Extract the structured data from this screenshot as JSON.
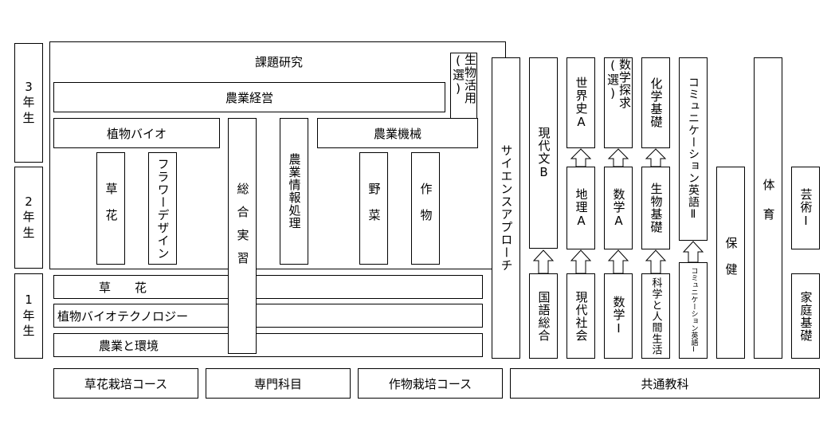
{
  "grades": {
    "g3": "3\n年\n生",
    "g2": "2\n年\n生",
    "g1": "1\n年\n生"
  },
  "specialized": {
    "kadai": "課題研究",
    "seibutsu": "生物活用(選)",
    "nougyou_keiei": "農業経営",
    "shokubutsu_bio": "植物バイオ",
    "nougyou_kikai": "農業機械",
    "souka": "草花",
    "flower_design": "フラワーデザイン",
    "sougou_jisshu": "総合実習",
    "nougyou_jouhou": "農業情報処理",
    "yasai": "野菜",
    "sakumotsu": "作物",
    "kusabana_1": "草　　花",
    "shokubutsu_bio_tech": "植物バイオテクノロジー",
    "nougyou_kankyou": "農業と環境"
  },
  "common": {
    "science_approach": "サイエンスアプローチ",
    "gendaibun_b": "現代文B",
    "kokugo_sougou": "国語総合",
    "sekaishi_a": "世界史A",
    "chiri_a": "地理A",
    "gendai_shakai": "現代社会",
    "suugaku_tankyuu": "数学探求(選)",
    "suugaku_a": "数学A",
    "suugaku_1": "数学Ⅰ",
    "kagaku_kiso": "化学基礎",
    "seibutsu_kiso": "生物基礎",
    "kagaku_to_ningen": "科学と人間生活",
    "comm_eigo_2": "コミュニケーション英語Ⅱ",
    "comm_eigo_1": "コミュニケーション英語Ⅰ",
    "hoken": "保健",
    "taiiku": "体育",
    "geijutsu_1": "芸術Ⅰ",
    "katei_kiso": "家庭基礎"
  },
  "footer": {
    "kusabana_course": "草花栽培コース",
    "senmon_kamoku": "専門科目",
    "sakumotsu_course": "作物栽培コース",
    "kyoutsuu_kyouka": "共通教科"
  }
}
